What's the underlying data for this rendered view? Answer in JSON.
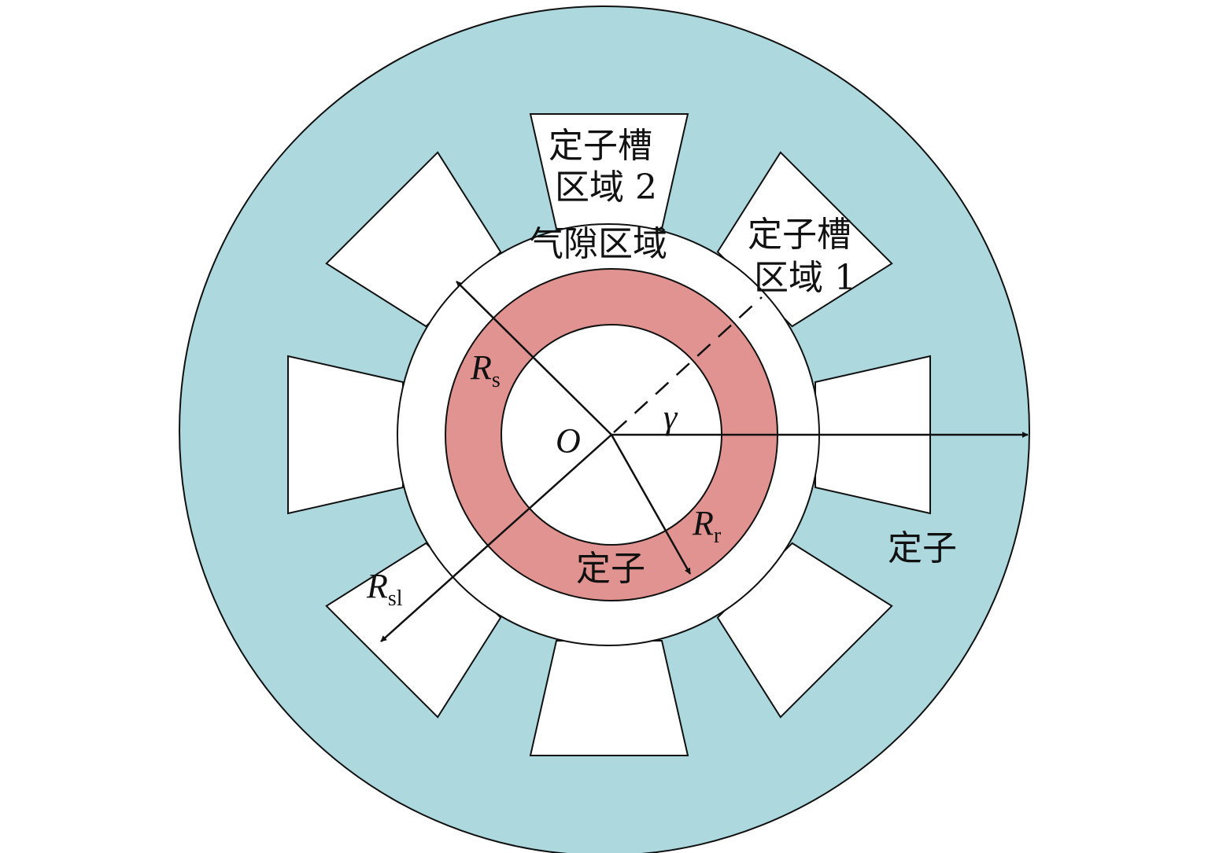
{
  "colors": {
    "stator": "#acd8de",
    "rotor_ring": "#e09390",
    "air_gap": "#ffffff",
    "slot": "#ffffff",
    "stroke": "#111111"
  },
  "slot_count": 8,
  "labels": {
    "slot_region_2": [
      "定子槽",
      "区域 2"
    ],
    "slot_region_1": [
      "定子槽",
      "区域 1"
    ],
    "air_gap": "气隙区域",
    "stator_outer": "定子",
    "stator_inner": "定子",
    "origin": "O",
    "angle": "γ",
    "rs": {
      "main": "R",
      "sub": "s"
    },
    "rr": {
      "main": "R",
      "sub": "r"
    },
    "rsl": {
      "main": "R",
      "sub": "sl"
    }
  }
}
